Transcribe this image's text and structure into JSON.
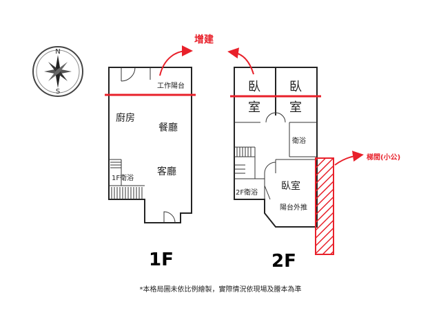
{
  "compass": {
    "north": "N",
    "south": "S"
  },
  "annotations": {
    "extension": "增建",
    "stairwell_office": "梯間(小公)"
  },
  "floor1": {
    "label": "1F",
    "rooms": {
      "work_balcony": "工作陽台",
      "kitchen": "廚房",
      "dining": "餐廳",
      "living": "客廳",
      "bath": "1F衛浴"
    }
  },
  "floor2": {
    "label": "2F",
    "rooms": {
      "bedroom_left_top": "臥",
      "bedroom_left_bottom": "室",
      "bedroom_right_top": "臥",
      "bedroom_right_bottom": "室",
      "bath": "衛浴",
      "bath_2f": "2F衛浴",
      "bedroom_main": "臥室",
      "balcony_out": "陽台外推"
    }
  },
  "footnote": "*本格局圖未依比例繪製，實際情況依現場及謄本為準",
  "colors": {
    "annotation": "#e8202a",
    "wall": "#222222"
  }
}
